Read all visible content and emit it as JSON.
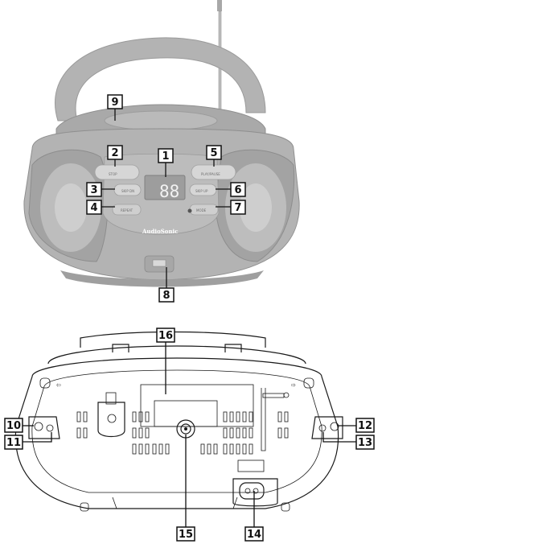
{
  "device": {
    "brand": "AudioSonic",
    "display_digits": "88",
    "button_labels": {
      "stop": "STOP",
      "play_pause": "PLAY/PAUSE",
      "skip_down": "SKIP DN",
      "skip_up": "SKIP UP",
      "repeat": "REPEAT",
      "mode": "MODE"
    }
  },
  "callouts": [
    {
      "id": "1",
      "label": "1"
    },
    {
      "id": "2",
      "label": "2"
    },
    {
      "id": "3",
      "label": "3"
    },
    {
      "id": "4",
      "label": "4"
    },
    {
      "id": "5",
      "label": "5"
    },
    {
      "id": "6",
      "label": "6"
    },
    {
      "id": "7",
      "label": "7"
    },
    {
      "id": "8",
      "label": "8"
    },
    {
      "id": "9",
      "label": "9"
    },
    {
      "id": "10",
      "label": "10"
    },
    {
      "id": "11",
      "label": "11"
    },
    {
      "id": "12",
      "label": "12"
    },
    {
      "id": "13",
      "label": "13"
    },
    {
      "id": "14",
      "label": "14"
    },
    {
      "id": "15",
      "label": "15"
    },
    {
      "id": "16",
      "label": "16"
    }
  ]
}
